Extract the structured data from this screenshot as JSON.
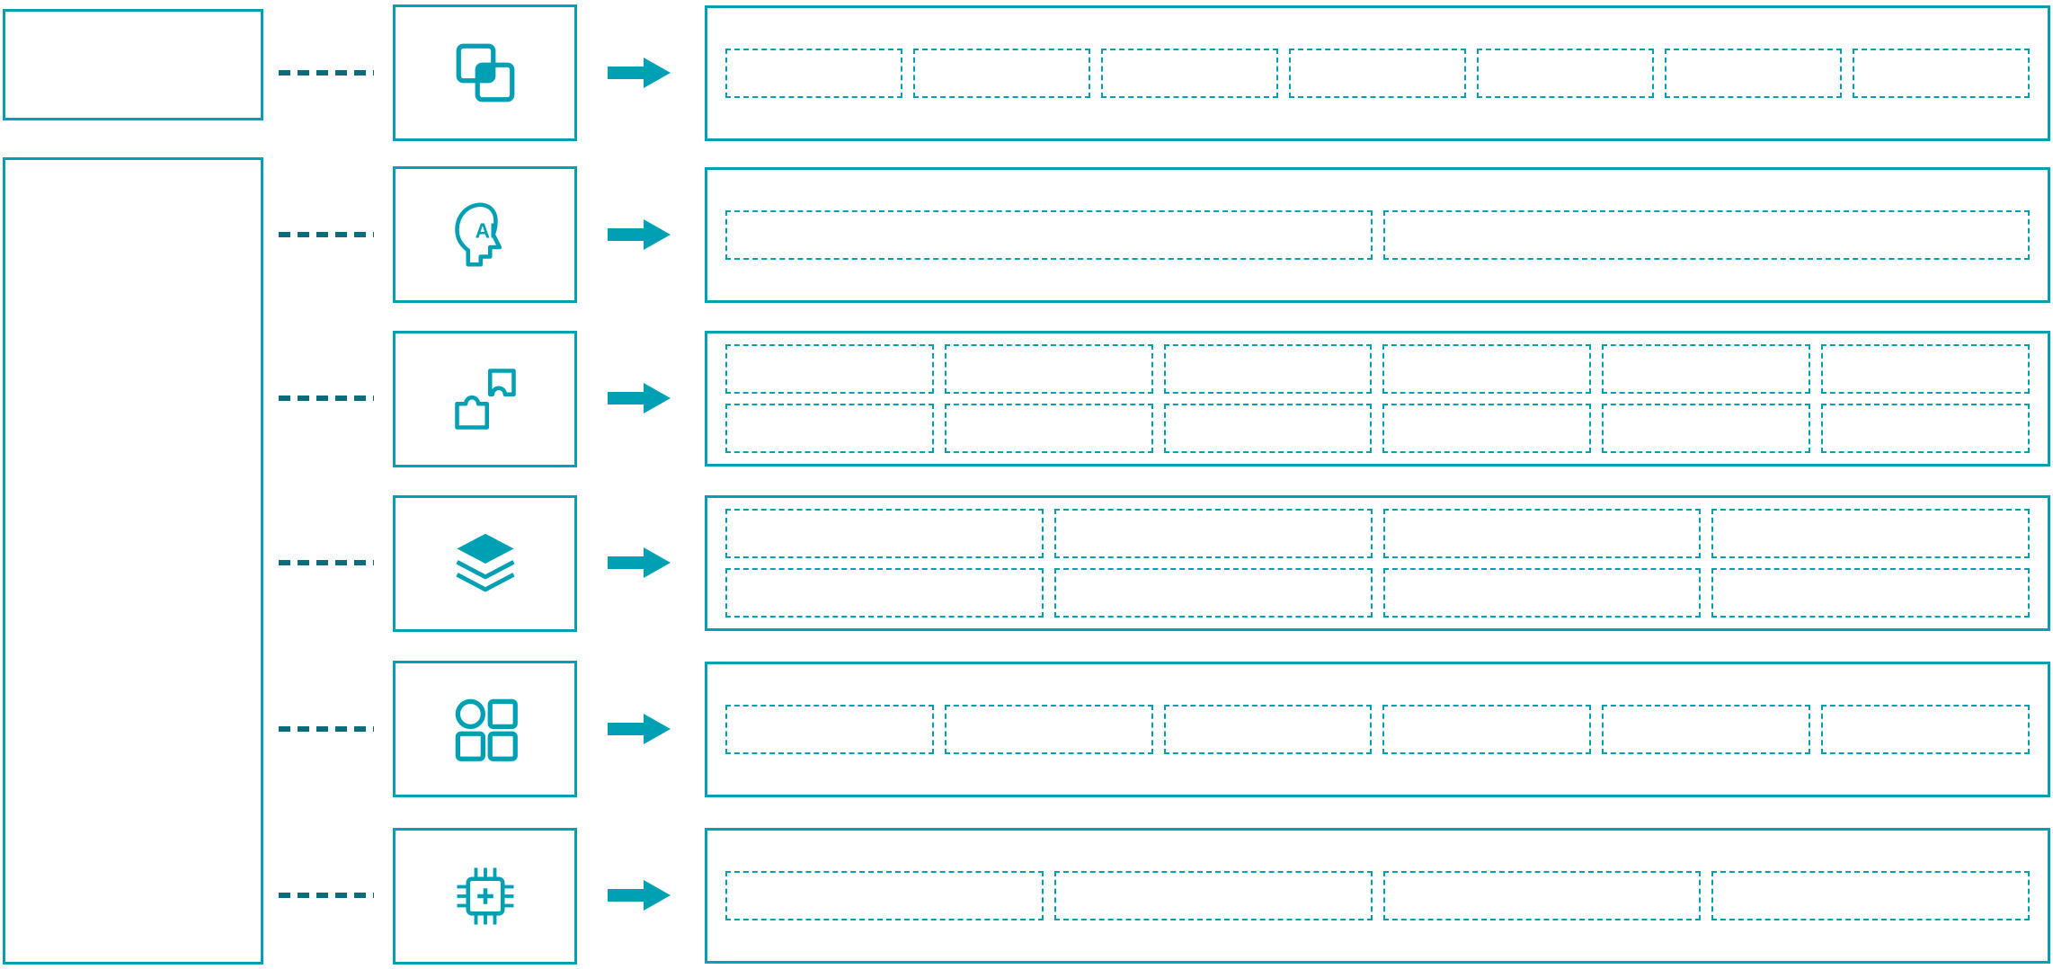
{
  "palette": {
    "teal": "#00a0b4",
    "teal_dark": "#0c6b7d",
    "background": "#ffffff"
  },
  "left_panel": {
    "top_box": {
      "label": ""
    },
    "main_box": {
      "label": ""
    }
  },
  "rows": [
    {
      "icon": "overlapping-squares-icon",
      "connector": "dashed",
      "cells": [
        7
      ]
    },
    {
      "icon": "ai-head-icon",
      "ai_label": "AI",
      "connector": "dashed",
      "cells": [
        2
      ]
    },
    {
      "icon": "puzzle-icon",
      "connector": "dashed",
      "cells": [
        6,
        6
      ]
    },
    {
      "icon": "layers-icon",
      "connector": "dashed",
      "cells": [
        4,
        4
      ]
    },
    {
      "icon": "app-grid-icon",
      "connector": "dashed",
      "cells": [
        6
      ]
    },
    {
      "icon": "chip-icon",
      "connector": "dashed",
      "cells": [
        4
      ]
    }
  ]
}
